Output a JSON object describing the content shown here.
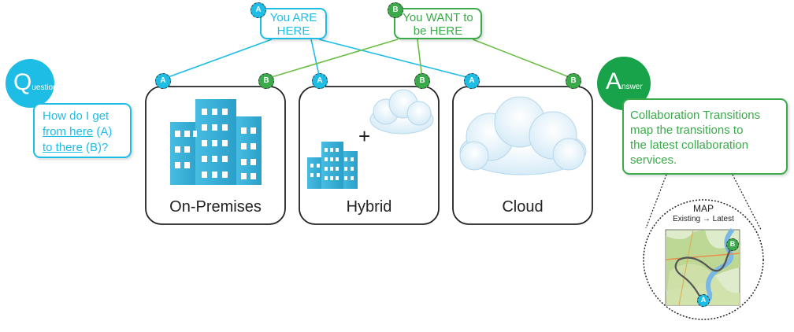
{
  "question": {
    "letter": "Q",
    "word": "uestion",
    "line1": "How do I get",
    "link1": "from here",
    "tag1": " (A)",
    "link2": "to there",
    "tag2": " (B)?"
  },
  "you_are_here": {
    "badge": "A",
    "line1": "You ARE",
    "line2": "HERE"
  },
  "you_want_here": {
    "badge": "B",
    "line1": "You WANT to",
    "line2": "be HERE"
  },
  "panels": [
    {
      "label": "On-Premises",
      "badge_a": "A",
      "badge_b": "B"
    },
    {
      "label": "Hybrid",
      "badge_a": "A",
      "badge_b": "B",
      "plus": "+"
    },
    {
      "label": "Cloud",
      "badge_a": "A",
      "badge_b": "B"
    }
  ],
  "answer": {
    "letter": "A",
    "word": "nswer",
    "text_line1": "Collaboration Transitions",
    "text_line2": "map the transitions to",
    "text_line3": "the latest collaboration",
    "text_line4": "services."
  },
  "map": {
    "title": "MAP",
    "existing": "Existing",
    "arrow": "→",
    "latest": "Latest",
    "badge_a": "A",
    "badge_b": "B"
  },
  "colors": {
    "cyan": "#1ebde6",
    "green": "#3aaa4a",
    "building": "#3db3da"
  }
}
